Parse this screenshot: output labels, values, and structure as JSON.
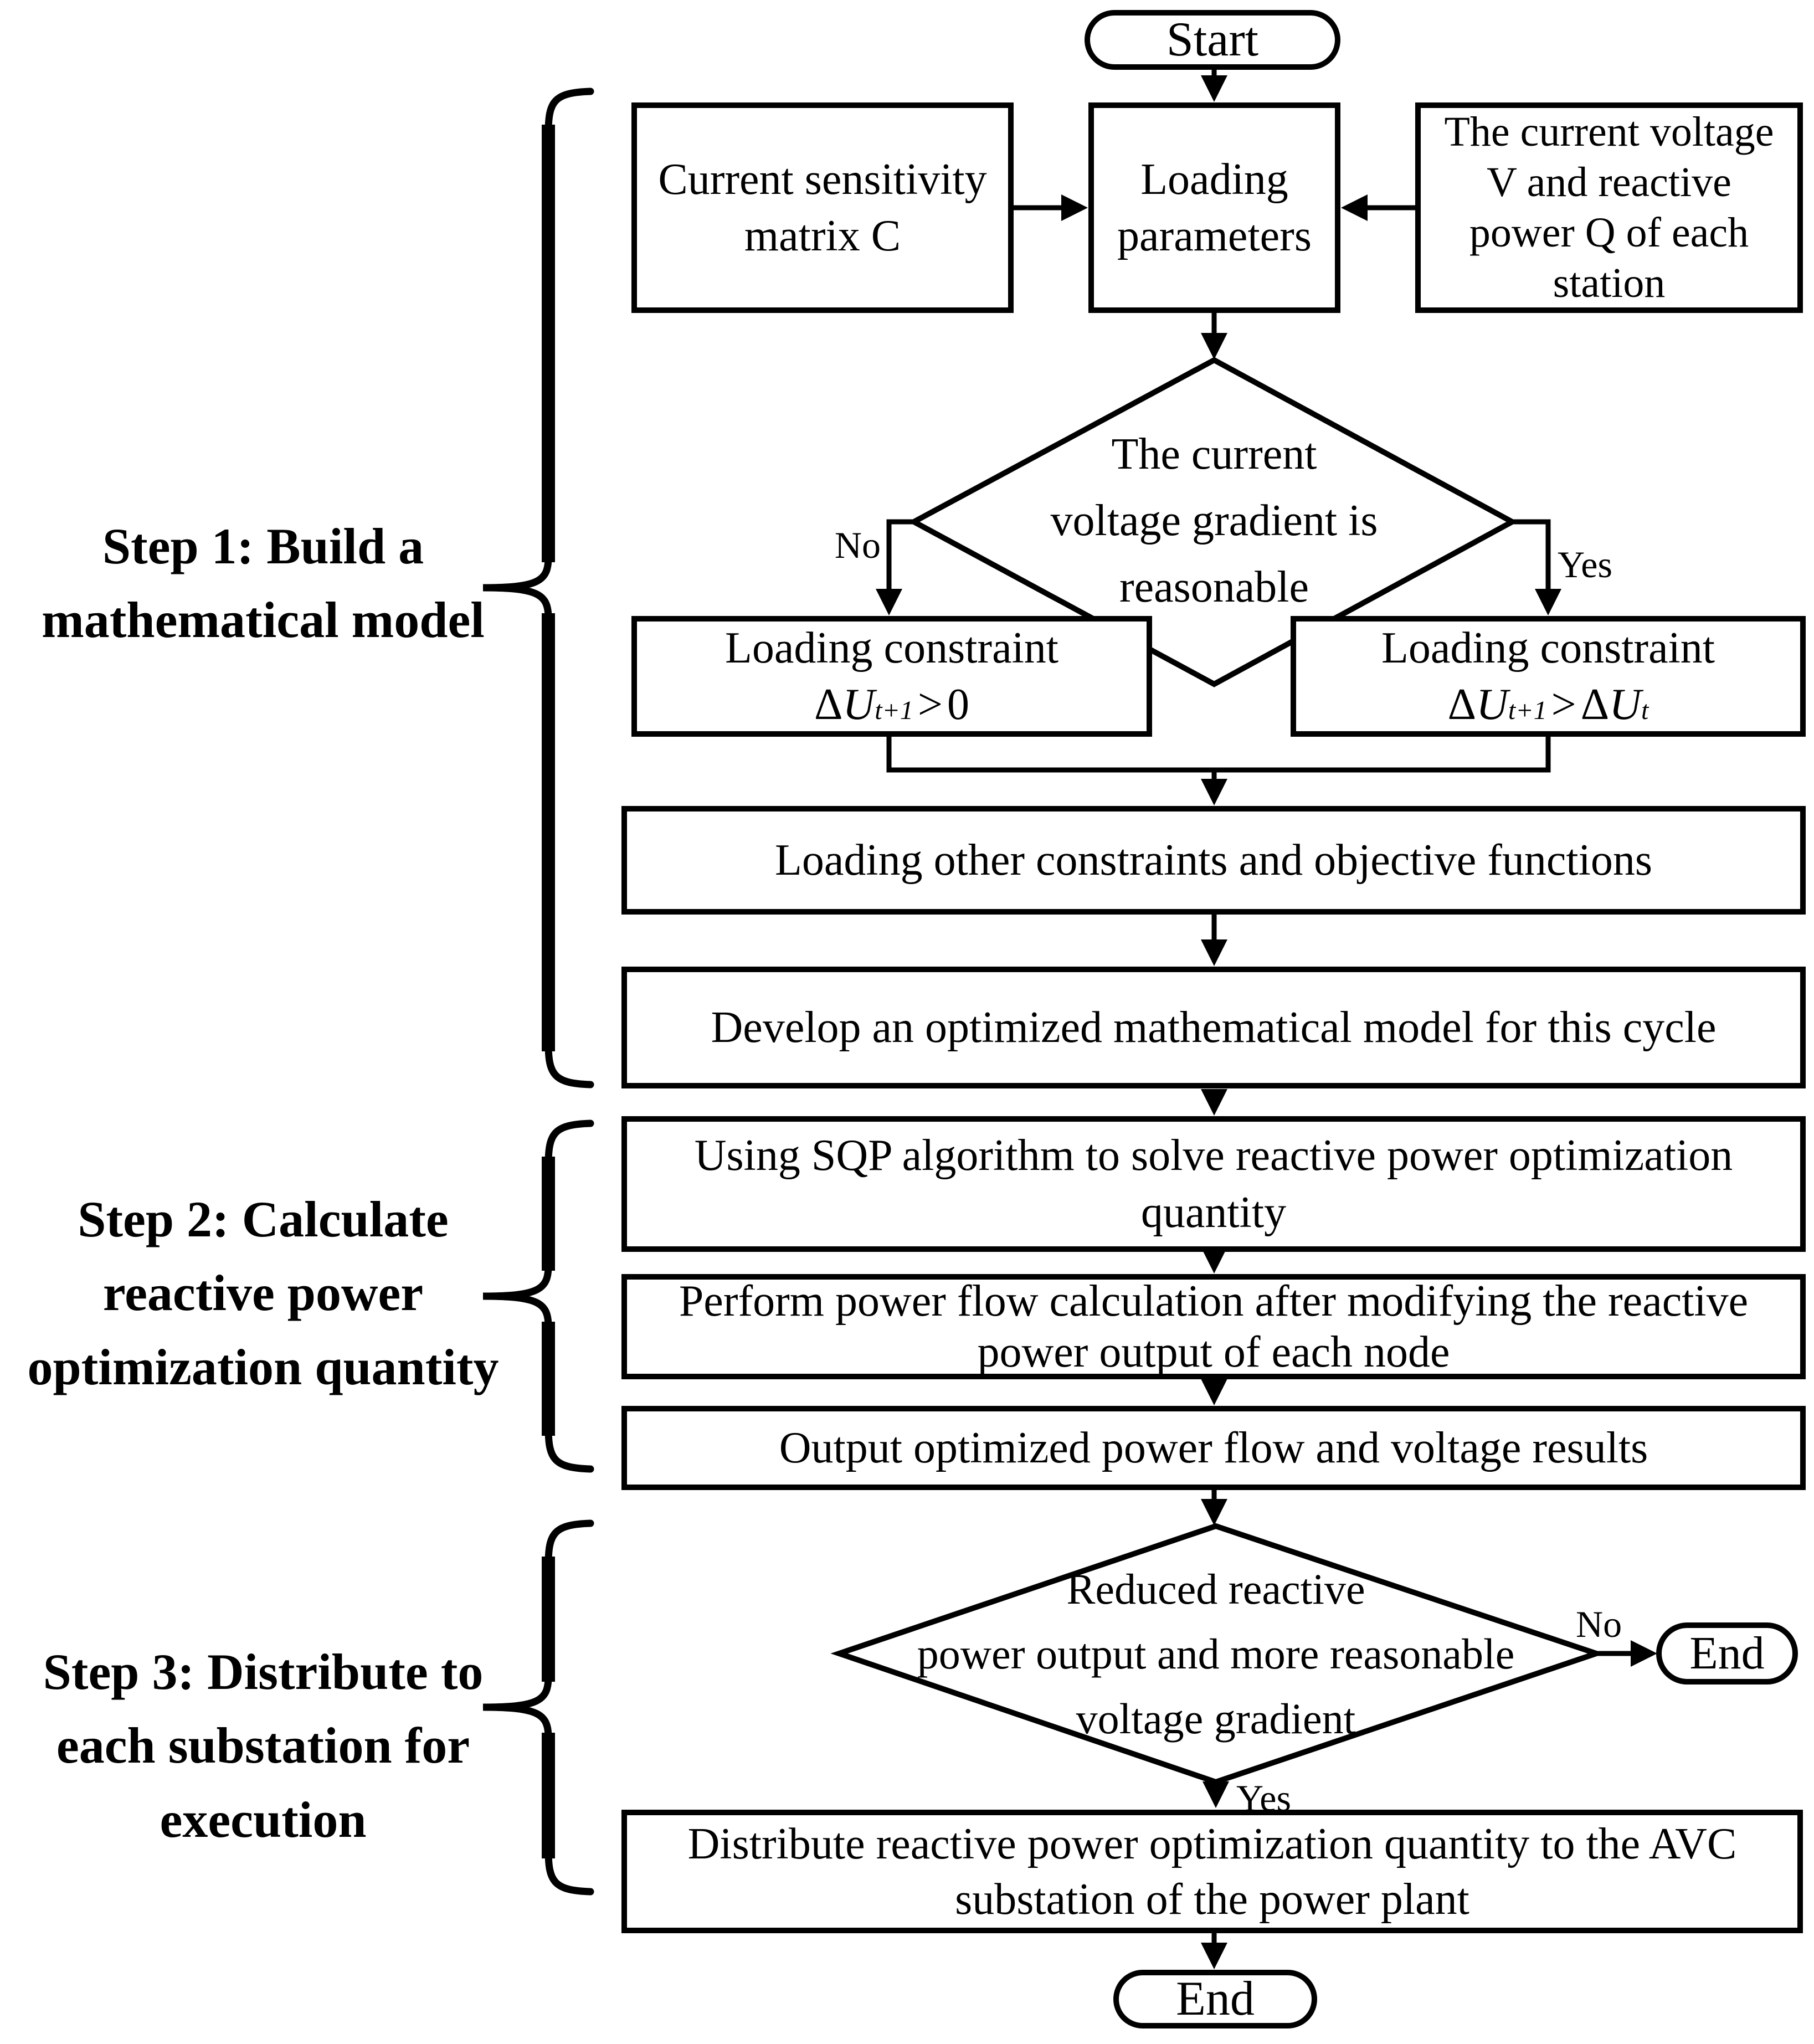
{
  "colors": {
    "ink": "#000000",
    "background": "#ffffff"
  },
  "terminators": {
    "start": "Start",
    "end_right": "End",
    "end_bottom": "End"
  },
  "nodes": {
    "sensitivity": {
      "lines": [
        "Current sensitivity",
        "matrix C"
      ]
    },
    "loading_params": {
      "lines": [
        "Loading",
        "parameters"
      ]
    },
    "voltage_q": {
      "lines": [
        "The current voltage",
        "V and reactive",
        "power Q of each",
        "station"
      ]
    },
    "decision_gradient": {
      "lines": [
        "The current",
        "voltage gradient is",
        "reasonable"
      ]
    },
    "constraint_no": {
      "title": "Loading constraint",
      "f": {
        "d1": "Δ",
        "v1": "U",
        "s1": "t+1",
        "op": ">",
        "rhs": "0"
      }
    },
    "constraint_yes": {
      "title": "Loading constraint",
      "f": {
        "d1": "Δ",
        "v1": "U",
        "s1": "t+1",
        "op": ">",
        "d2": "Δ",
        "v2": "U",
        "s2": "t"
      }
    },
    "other_constraints": {
      "lines": [
        "Loading other constraints and objective functions"
      ]
    },
    "develop_model": {
      "lines": [
        "Develop an optimized mathematical model for this cycle"
      ]
    },
    "sqp": {
      "lines": [
        "Using SQP algorithm to solve reactive power optimization",
        "quantity"
      ]
    },
    "power_flow": {
      "lines": [
        "Perform power flow calculation after modifying the reactive",
        "power output of each node"
      ]
    },
    "output_results": {
      "lines": [
        "Output optimized power flow and voltage results"
      ]
    },
    "decision_improved": {
      "lines": [
        "Reduced reactive",
        "power output and more reasonable",
        "voltage gradient"
      ]
    },
    "distribute": {
      "lines": [
        "Distribute reactive power optimization quantity to the AVC",
        "substation of the power plant"
      ]
    }
  },
  "edge_labels": {
    "no1": "No",
    "yes1": "Yes",
    "no2": "No",
    "yes2": "Yes"
  },
  "steps": [
    {
      "lines": [
        "Step 1: Build a",
        "mathematical model"
      ]
    },
    {
      "lines": [
        "Step 2: Calculate",
        "reactive power",
        "optimization quantity"
      ]
    },
    {
      "lines": [
        "Step 3: Distribute to",
        "each substation for",
        "execution"
      ]
    }
  ]
}
